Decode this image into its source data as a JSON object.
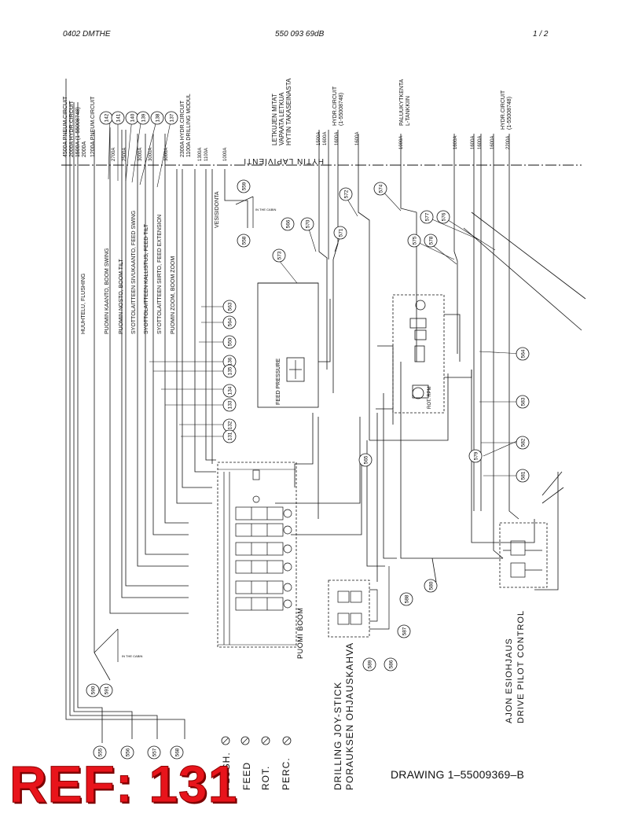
{
  "header": {
    "left": "0402 DMTHE",
    "center": "550 093 69dB",
    "right": "1 /  2"
  },
  "footer": {
    "drawing": "DRAWING 1–55009369–B",
    "stamp": "REF: 131"
  },
  "labels": {
    "pneum_top": "4500A  PNEUM.CIRCUIT",
    "hydr_top_a": "2000A  HYDR.CIRCUIT",
    "hydr_top_b": "1500A  (1-55008748)",
    "hydr_top_c": "2000A",
    "pneum_b": "1200A  PNEUM.CIRCUIT",
    "hydr_drill_a": "2300A  HYDR.CIRCUIT",
    "hydr_drill_b": "1100A  DRILLING MODUL",
    "hose_a": "LETKUJEN MITAT",
    "hose_b": "VAPAATA LETKUA",
    "hose_c": "HYTIN TAKASEINASTA",
    "hydr_r1": "HYDR.CIRCUIT",
    "hydr_r1b": "(1-55008748)",
    "paluu_a": "PALUUKYTKENTA",
    "paluu_b": "L-TANKKIIN",
    "hydr_r2": "HYDR.CIRCUIT",
    "hydr_r2b": "(1-55008748)",
    "wall": "HYTIN LAPIVIENTI",
    "flushing": "HUUHTELU, FLUSHING",
    "boom_swing": "PUOMIN KAANTO, BOOM SWING",
    "boom_tilt": "PUOMIN NOSTO, BOOM TILT",
    "feed_swing": "SYOTTOLAITTEEN SIVUKAANTO, FEED SWING",
    "feed_tilt": "SYOTTOLAITTEEN KALLISTUS, FEED TILT",
    "feed_ext": "SYOTTOLAITTEEN SIIRTO, FEED EXTENSION",
    "boom_zoom": "PUOMIN ZOOM, BOOM ZOOM",
    "vesi": "VESISIDONTA",
    "feed_pressure": "FEED PRESSURE",
    "puomi_boom": "PUOMI BOOM",
    "joy_a": "DRILLING JOY-STICK",
    "joy_b": "PORAUKSEN OHJAUSKAHVA",
    "ajon_a": "AJON ESIOHJAUS",
    "ajon_b": "DRIVE PILOT CONTROL",
    "flush": "FLUSH.",
    "feed": "FEED",
    "rot": "ROT.",
    "perc": "PERC.",
    "in_cabin": "IN THE CABIN",
    "rot_rpm": "ROT. RPM"
  },
  "dims": [
    "2700A",
    "2500A",
    "3000A",
    "3000A",
    "3000A",
    "1300A",
    "1100A",
    "1000A",
    "1500A",
    "1600A",
    "1600A",
    "1600A",
    "1000A",
    "1600A",
    "1600A",
    "1600A",
    "1600A",
    "2200A"
  ],
  "callouts": [
    "142",
    "141",
    "140",
    "139",
    "138",
    "137",
    "559",
    "566",
    "570",
    "572",
    "574",
    "573",
    "571",
    "558",
    "577",
    "576",
    "575",
    "578",
    "563",
    "564",
    "550",
    "136",
    "135",
    "134",
    "133",
    "132",
    "131",
    "564",
    "583",
    "582",
    "581",
    "579",
    "565",
    "590",
    "591",
    "555",
    "556",
    "557",
    "568",
    "588",
    "587",
    "589",
    "586",
    "580"
  ],
  "colors": {
    "ink": "#111111",
    "stamp": "#e8141b"
  }
}
